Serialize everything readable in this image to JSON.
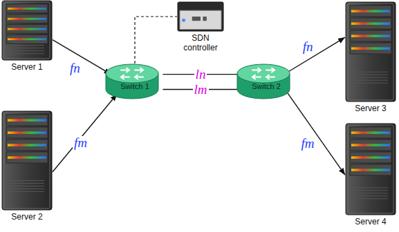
{
  "diagram": {
    "nodes": [
      {
        "text": [
          "Server 1"
        ]
      },
      {
        "text": [
          "Server 2"
        ]
      },
      {
        "text": [
          "SDN controller"
        ]
      },
      {
        "text": [
          "Switch 1"
        ]
      },
      {
        "text": [
          "Switch 2"
        ]
      },
      {
        "text": [
          "Server 3"
        ]
      },
      {
        "text": [
          "Server 4"
        ]
      }
    ],
    "edges": [
      {
        "from": 0,
        "to": 3,
        "label": "fn",
        "arrow": "to"
      },
      {
        "from": 1,
        "to": 3,
        "label": "fm",
        "arrow": "to"
      },
      {
        "from": 3,
        "to": 4,
        "label": "ln",
        "arrow": "none"
      },
      {
        "from": 3,
        "to": 4,
        "label": "lm",
        "arrow": "none"
      },
      {
        "from": 4,
        "to": 5,
        "label": "fn",
        "arrow": "to"
      },
      {
        "from": 4,
        "to": 6,
        "label": "fm",
        "arrow": "to"
      },
      {
        "from": 3,
        "to": 2,
        "arrow": "none"
      }
    ]
  }
}
